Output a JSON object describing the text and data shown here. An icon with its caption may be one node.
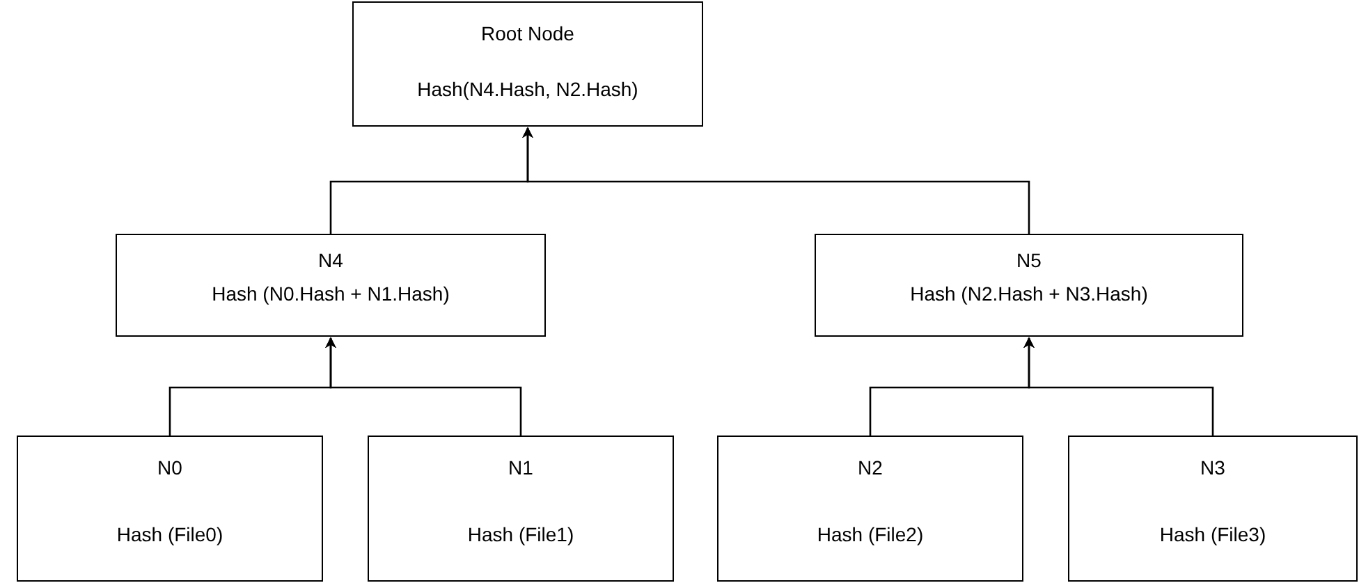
{
  "diagram": {
    "nodes": [
      {
        "text": [
          "Root Node",
          "Hash(N4.Hash, N2.Hash)"
        ]
      },
      {
        "text": [
          "N4",
          "Hash (N0.Hash + N1.Hash)"
        ]
      },
      {
        "text": [
          "N5",
          "Hash (N2.Hash + N3.Hash)"
        ]
      },
      {
        "text": [
          "N0",
          "Hash (File0)"
        ]
      },
      {
        "text": [
          "N1",
          "Hash (File1)"
        ]
      },
      {
        "text": [
          "N2",
          "Hash (File2)"
        ]
      },
      {
        "text": [
          "N3",
          "Hash (File3)"
        ]
      }
    ],
    "edges": [
      {
        "from": 3,
        "to": 1,
        "arrow": "to"
      },
      {
        "from": 4,
        "to": 1,
        "arrow": "to"
      },
      {
        "from": 5,
        "to": 2,
        "arrow": "to"
      },
      {
        "from": 6,
        "to": 2,
        "arrow": "to"
      },
      {
        "from": 1,
        "to": 0,
        "arrow": "to"
      },
      {
        "from": 2,
        "to": 0,
        "arrow": "to"
      }
    ]
  }
}
